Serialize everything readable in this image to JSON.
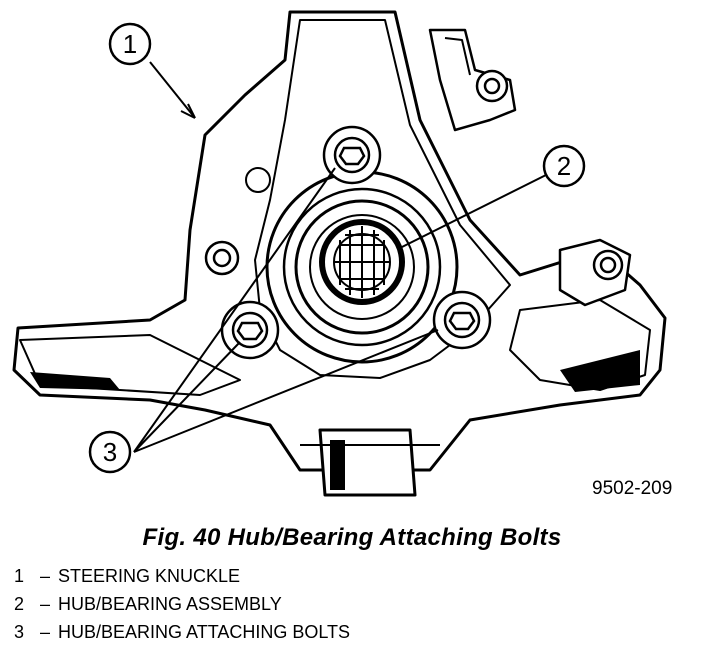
{
  "callouts": [
    {
      "number": "1",
      "label": "STEERING KNUCKLE"
    },
    {
      "number": "2",
      "label": "HUB/BEARING ASSEMBLY"
    },
    {
      "number": "3",
      "label": "HUB/BEARING ATTACHING BOLTS"
    }
  ],
  "figure_id": "9502-209",
  "caption": "Fig. 40 Hub/Bearing Attaching Bolts",
  "legend_separator": "–"
}
